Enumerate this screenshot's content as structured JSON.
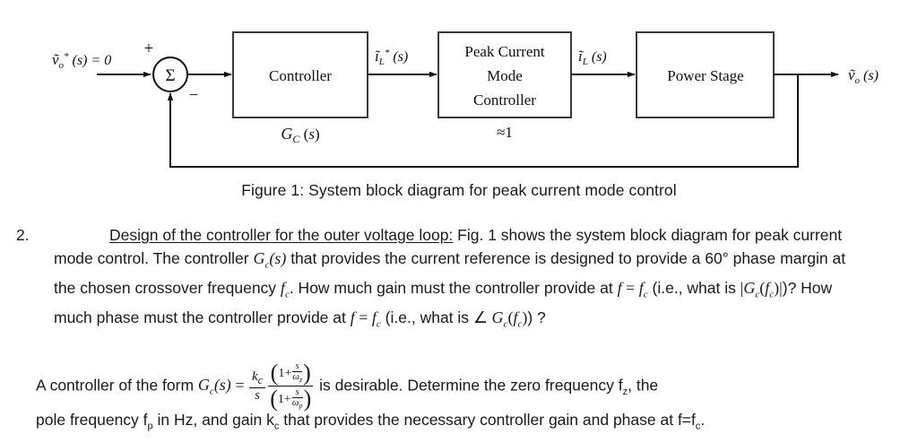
{
  "figure": {
    "caption": "Figure 1:  System block diagram for peak current mode control",
    "blocks": [
      {
        "id": "controller",
        "lines": [
          "Controller"
        ],
        "sublabel": "G_C(s)"
      },
      {
        "id": "peak-current-mode-controller",
        "lines": [
          "Peak Current",
          "Mode",
          "Controller"
        ],
        "sublabel": "≈1"
      },
      {
        "id": "power-stage",
        "lines": [
          "Power Stage"
        ],
        "sublabel": ""
      }
    ],
    "signals": {
      "input": "ṽ*o(s) = 0",
      "sum_plus": "+",
      "sum_minus": "−",
      "sum_symbol": "Σ",
      "controller_out": "ĩ*L(s)",
      "pcmc_out": "ĩL(s)",
      "output": "ṽo(s)"
    },
    "block_labels": {
      "controller": "Controller",
      "pcmc_line1": "Peak Current",
      "pcmc_line2": "Mode",
      "pcmc_line3": "Controller",
      "power_stage": "Power Stage",
      "controller_sub_G": "G",
      "controller_sub_C": "C",
      "controller_sub_s": "(s)",
      "pcmc_sub": "≈1"
    }
  },
  "problem": {
    "number": "2.",
    "title": "Design of the controller for the outer voltage loop:",
    "p1_a": " Fig. 1 shows the system block diagram for peak current mode control.   The controller ",
    "p1_b": " that provides the current reference is designed to provide a 60° phase margin at the chosen crossover frequency ",
    "p1_c": ".  How much gain must the controller provide at ",
    "p1_d": " (i.e., what is ",
    "p1_e": ")?  How much phase must the controller provide at ",
    "p1_f": " (i.e., what is ",
    "p1_g": ") ?",
    "math": {
      "Gc_s": "G_c(s)",
      "G": "G",
      "c": "c",
      "of_s": "(s)",
      "fc": "f_c",
      "f": "f",
      "equals": " = ",
      "abs_open": "|",
      "abs_close": "|",
      "angle": "∠",
      "k": "k",
      "s": "s",
      "one_plus": "1+",
      "omega": "ω",
      "z": "z",
      "p": "p"
    },
    "p2_a": "A controller of the form ",
    "p2_b": " is desirable.  Determine the zero frequency f",
    "p2_z": "z",
    "p2_c": ", the",
    "p3_a": "pole frequency f",
    "p3_p": "p",
    "p3_b": " in Hz, and gain k",
    "p3_c": "c",
    "p3_d": " that provides the necessary controller gain and phase at f=f",
    "p3_e": "c",
    "p3_f": "."
  },
  "colors": {
    "text": "#1a1a1a",
    "line": "#111111",
    "background": "#ffffff"
  }
}
